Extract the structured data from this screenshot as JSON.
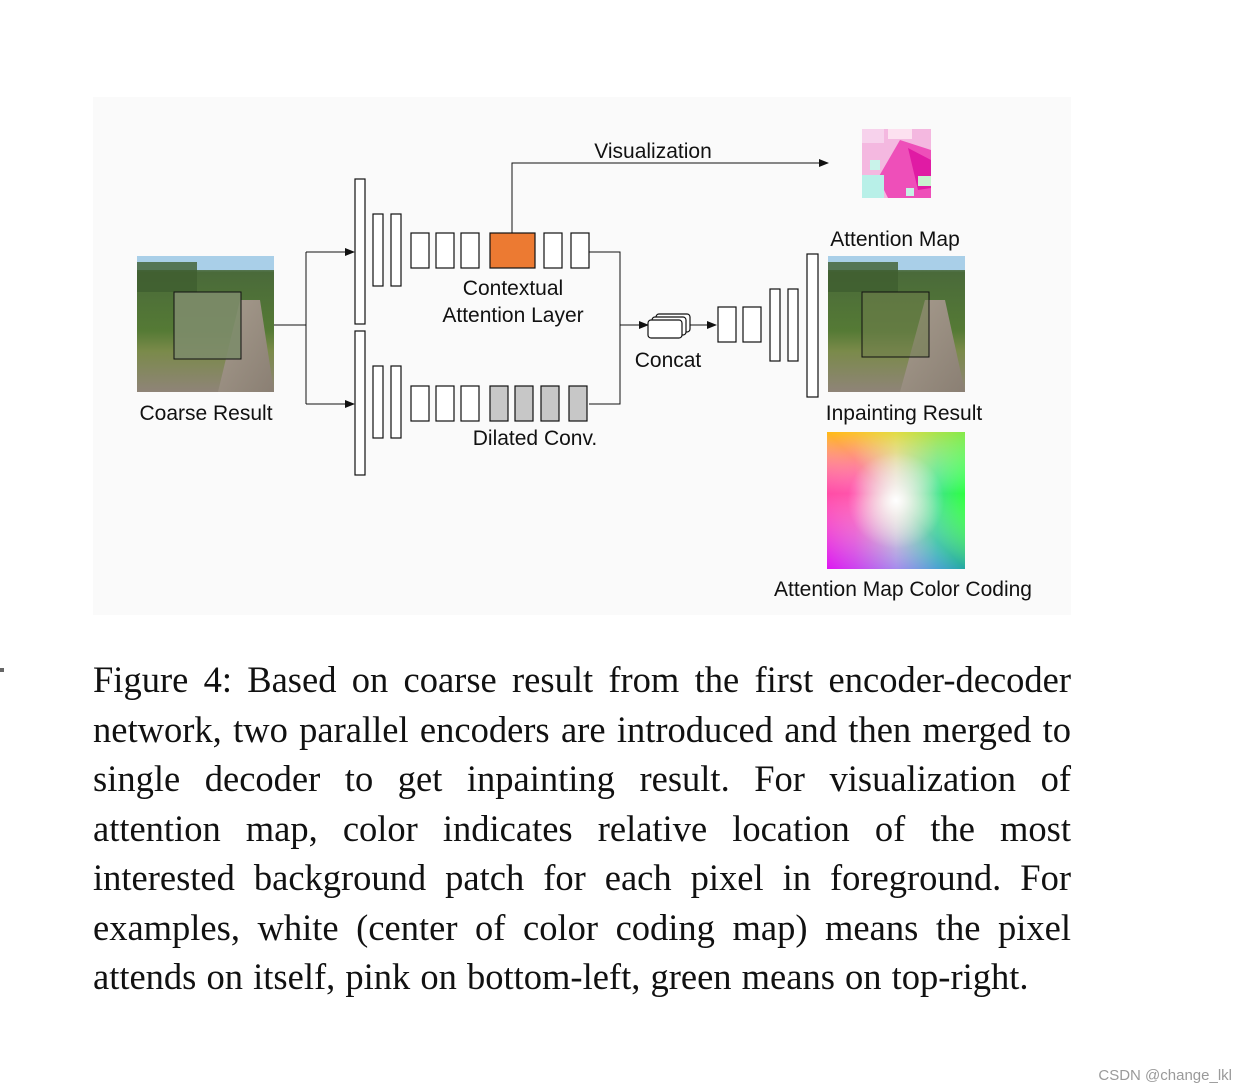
{
  "figure": {
    "labels": {
      "visualization": "Visualization",
      "contextual_line1": "Contextual",
      "contextual_line2": "Attention Layer",
      "coarse_result": "Coarse Result",
      "dilated_conv": "Dilated Conv.",
      "concat": "Concat",
      "attention_map": "Attention Map",
      "inpainting_result": "Inpainting Result",
      "color_coding": "Attention Map Color Coding"
    },
    "colors": {
      "attention_layer": "#ec7a32",
      "dilated_block": "#c7c7c7",
      "block_stroke": "#111111"
    }
  },
  "caption": "Figure 4: Based on coarse result from the first encoder-decoder network, two parallel encoders are introduced and then merged to single decoder to get inpainting result. For visualization of attention map, color indicates relative location of the most interested background patch for each pixel in foreground. For examples, white (center of color coding map) means the pixel attends on itself, pink on bottom-left, green means on top-right.",
  "watermark": "CSDN @change_lkl"
}
